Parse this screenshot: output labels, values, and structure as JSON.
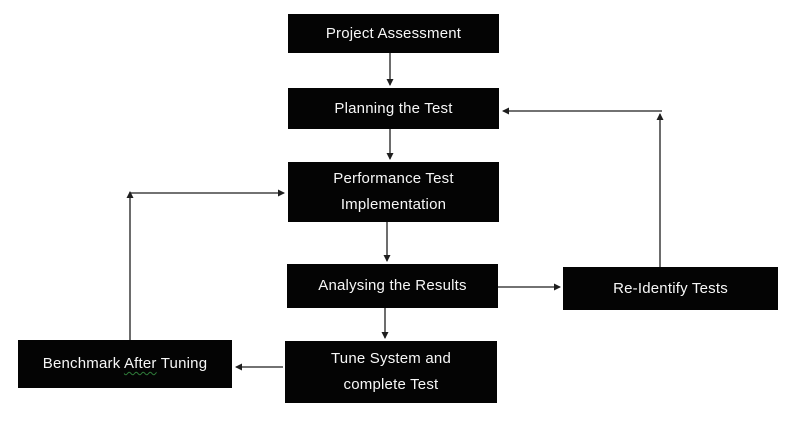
{
  "diagram": {
    "type": "flowchart",
    "background_color": "#ffffff",
    "node_bg_color": "#040404",
    "node_text_color": "#f7f7f7",
    "arrow_color": "#1e1e1e",
    "spellcheck_underline_color": "#2f7d3a"
  },
  "nodes": [
    {
      "id": "project-assessment",
      "label": "Project Assessment"
    },
    {
      "id": "planning-the-test",
      "label": "Planning the Test"
    },
    {
      "id": "performance-test-implementation",
      "label": "Performance Test\nImplementation"
    },
    {
      "id": "analysing-the-results",
      "label": "Analysing the Results"
    },
    {
      "id": "tune-system-and-complete-test",
      "label": "Tune System and\ncomplete Test"
    },
    {
      "id": "re-identify-tests",
      "label": "Re-Identify Tests"
    },
    {
      "id": "benchmark-after-tuning",
      "label": "Benchmark After Tuning",
      "label_parts": {
        "pre": "Benchmark ",
        "flagged": "After",
        "post": " Tuning"
      }
    }
  ],
  "edges": [
    {
      "from": "project-assessment",
      "to": "planning-the-test"
    },
    {
      "from": "planning-the-test",
      "to": "performance-test-implementation"
    },
    {
      "from": "performance-test-implementation",
      "to": "analysing-the-results"
    },
    {
      "from": "analysing-the-results",
      "to": "tune-system-and-complete-test"
    },
    {
      "from": "analysing-the-results",
      "to": "re-identify-tests"
    },
    {
      "from": "re-identify-tests",
      "to": "planning-the-test"
    },
    {
      "from": "tune-system-and-complete-test",
      "to": "benchmark-after-tuning"
    },
    {
      "from": "benchmark-after-tuning",
      "to": "performance-test-implementation"
    }
  ]
}
